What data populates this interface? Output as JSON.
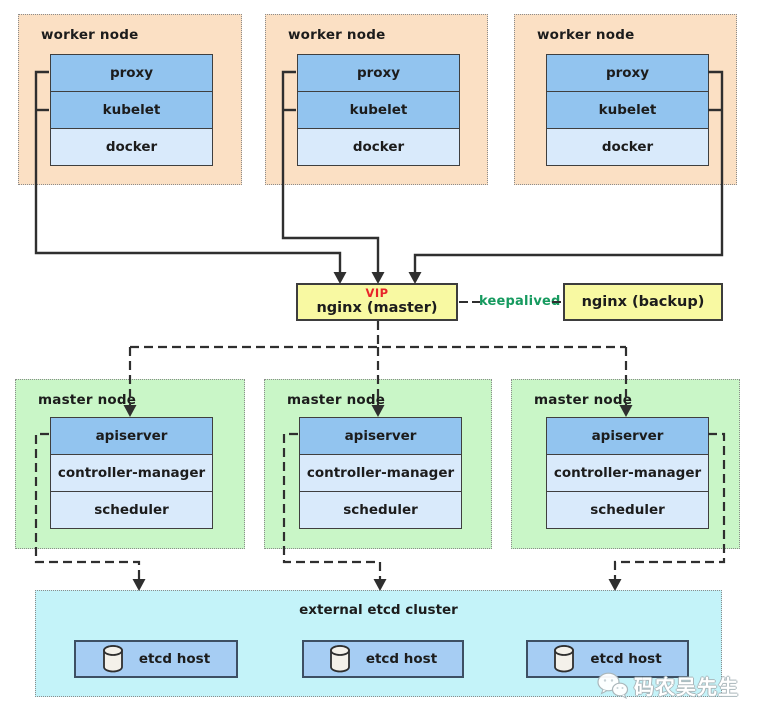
{
  "workers": [
    {
      "title": "worker node",
      "components": [
        "proxy",
        "kubelet",
        "docker"
      ]
    },
    {
      "title": "worker node",
      "components": [
        "proxy",
        "kubelet",
        "docker"
      ]
    },
    {
      "title": "worker node",
      "components": [
        "proxy",
        "kubelet",
        "docker"
      ]
    }
  ],
  "lb": {
    "vip_label": "VIP",
    "master_label": "nginx (master)",
    "backup_label": "nginx (backup)",
    "link_label": "keepalived"
  },
  "masters": [
    {
      "title": "master node",
      "components": [
        "apiserver",
        "controller-manager",
        "scheduler"
      ]
    },
    {
      "title": "master node",
      "components": [
        "apiserver",
        "controller-manager",
        "scheduler"
      ]
    },
    {
      "title": "master node",
      "components": [
        "apiserver",
        "controller-manager",
        "scheduler"
      ]
    }
  ],
  "etcd": {
    "title": "external etcd cluster",
    "hosts": [
      {
        "icon": "database-cylinder-icon",
        "label": "etcd host"
      },
      {
        "icon": "database-cylinder-icon",
        "label": "etcd host"
      },
      {
        "icon": "database-cylinder-icon",
        "label": "etcd host"
      }
    ]
  },
  "watermark": {
    "icon": "wechat-icon",
    "text": "码农吴先生"
  },
  "colors": {
    "worker_fill": "#fbe0c4",
    "master_fill": "#c9f6c7",
    "etcd_cluster_fill": "#c4f3f9",
    "component_blue": "#92c4ef",
    "component_light_blue": "#d9eafb",
    "nginx_yellow": "#f8f9a2",
    "etcd_host_blue": "#a6cdf3",
    "vip_red": "#e8252a",
    "keepalived_green": "#169a5f",
    "line": "#2f2f2f"
  }
}
